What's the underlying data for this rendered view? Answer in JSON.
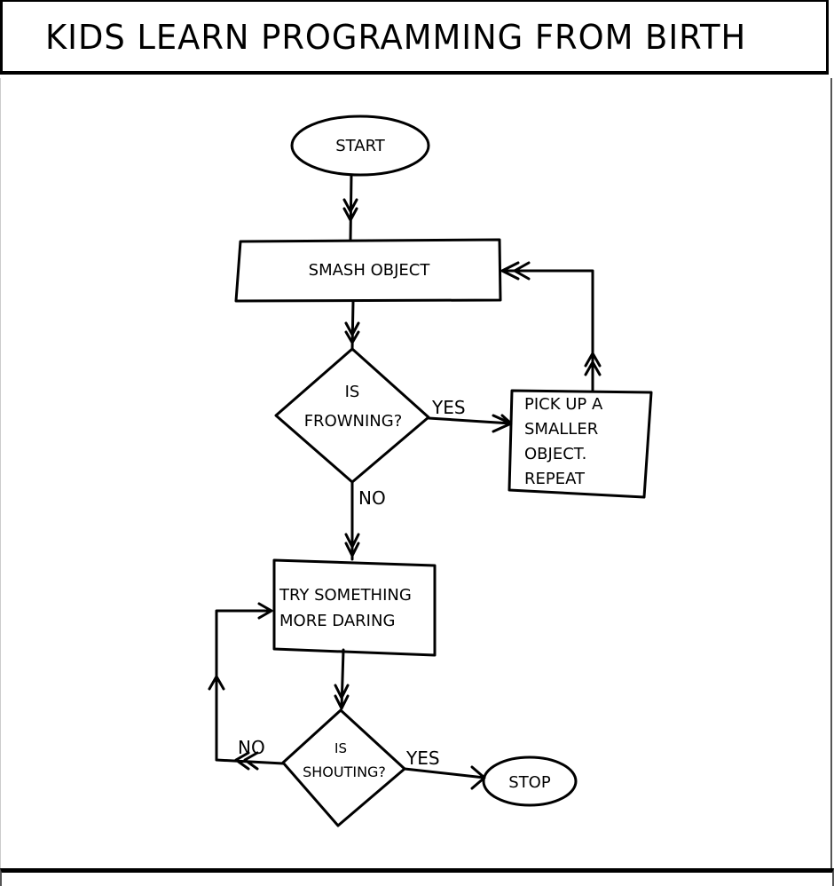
{
  "title": "KIDS LEARN PROGRAMMING FROM BIRTH",
  "flowchart": {
    "nodes": {
      "start": {
        "shape": "oval",
        "label": "START"
      },
      "smash": {
        "shape": "rectangle",
        "label": "SMASH OBJECT"
      },
      "frowning": {
        "shape": "diamond",
        "lines": [
          "IS",
          "FROWNING?"
        ]
      },
      "pickup": {
        "shape": "rectangle",
        "lines": [
          "PICK UP A",
          "SMALLER",
          "OBJECT.",
          "REPEAT"
        ]
      },
      "daring": {
        "shape": "rectangle",
        "lines": [
          "TRY SOMETHING",
          "MORE DARING"
        ]
      },
      "shouting": {
        "shape": "diamond",
        "lines": [
          "IS",
          "SHOUTING?"
        ]
      },
      "stop": {
        "shape": "oval",
        "label": "STOP"
      }
    },
    "edges": [
      {
        "from": "start",
        "to": "smash",
        "label": ""
      },
      {
        "from": "smash",
        "to": "frowning",
        "label": ""
      },
      {
        "from": "frowning",
        "to": "pickup",
        "label": "YES"
      },
      {
        "from": "pickup",
        "to": "smash",
        "label": ""
      },
      {
        "from": "frowning",
        "to": "daring",
        "label": "NO"
      },
      {
        "from": "daring",
        "to": "shouting",
        "label": ""
      },
      {
        "from": "shouting",
        "to": "daring",
        "label": "NO"
      },
      {
        "from": "shouting",
        "to": "stop",
        "label": "YES"
      }
    ]
  }
}
